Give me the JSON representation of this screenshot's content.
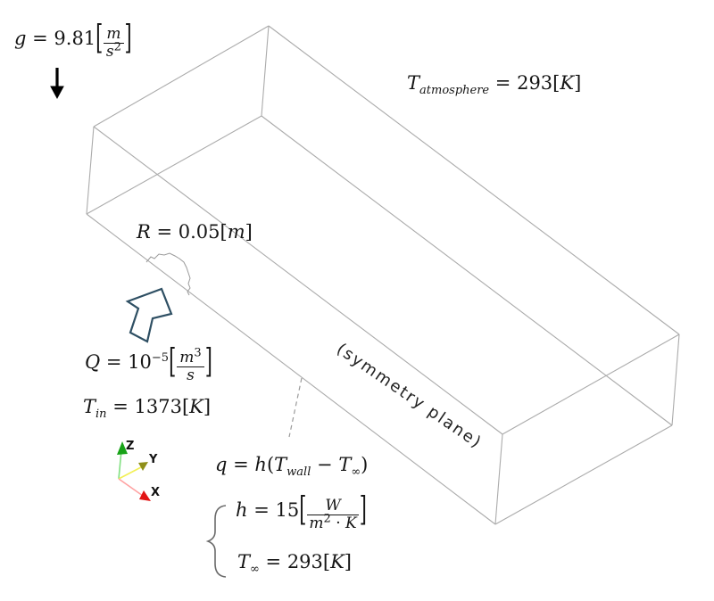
{
  "equations": {
    "gravity": {
      "lhs": "g",
      "rel": " = ",
      "value": "9.81",
      "open": "[",
      "num": "m",
      "den_base": "s",
      "den_exp": "2",
      "close": "]"
    },
    "atmosphere": {
      "lhs": "T",
      "sub": "atmosphere",
      "rel": " = ",
      "value": "293[",
      "unit": "K",
      "post": "]"
    },
    "radius": {
      "lhs": "R",
      "rel": " = ",
      "value": "0.05[",
      "unit": "m",
      "post": "]"
    },
    "flow_rate": {
      "lhs": "Q",
      "rel": " = ",
      "base": "10",
      "exp": "−5",
      "open": "[",
      "num_base": "m",
      "num_exp": "3",
      "den": "s",
      "close": "]"
    },
    "inlet_temperature": {
      "lhs": "T",
      "sub": "in",
      "rel": " = ",
      "value": "1373[",
      "unit": "K",
      "post": "]"
    },
    "heat_flux": {
      "lhs": "q",
      "rel": " = ",
      "coeff": "h",
      "open": "(",
      "t1": "T",
      "t1_sub": "wall",
      "minus": " − ",
      "t2": "T",
      "t2_sub": "∞",
      "close": ")"
    },
    "convection_coefficient": {
      "lhs": "h",
      "rel": " = ",
      "value": "15",
      "open": "[",
      "num": "W",
      "den_base": "m",
      "den_exp": "2",
      "den_dot": " · ",
      "den_unit": "K",
      "close": "]"
    },
    "ambient_temperature": {
      "lhs": "T",
      "sub": "∞",
      "rel": " = ",
      "value": "293[",
      "unit": "K",
      "post": "]"
    }
  },
  "labels": {
    "symmetry_plane": "(symmetry plane)"
  },
  "axes": {
    "x": "X",
    "y": "Y",
    "z": "Z"
  },
  "colors": {
    "wireframe": "#ababab",
    "notch": "#9a9a9a",
    "leader_dash": "#9a9a9a",
    "gravity_arrow": "#000000",
    "flow_arrow_outline": "#2e4f63",
    "brace": "#6a6a6a",
    "axis_z_line": "#82e082",
    "axis_z_head": "#18a318",
    "axis_y_line": "#f2f055",
    "axis_y_head": "#8f8f1a",
    "axis_x_line": "#ffa2a2",
    "axis_x_head": "#e21414"
  }
}
